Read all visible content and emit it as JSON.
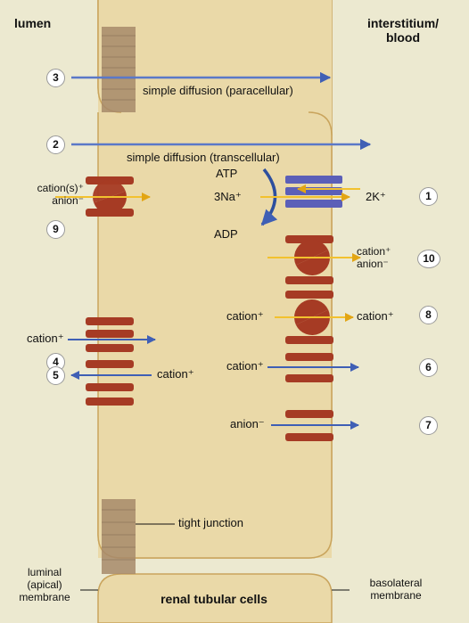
{
  "headers": {
    "lumen": "lumen",
    "interstitium_line1": "interstitium/",
    "interstitium_line2": "blood"
  },
  "colors": {
    "background": "#ece9d0",
    "cell": "#ead9a8",
    "cell_border": "#c9a45c",
    "junction": "#a78a6a",
    "carrier": "#a63b24",
    "pump": "#5b5fb8",
    "arrow_blue": "#5a78c8",
    "arrow_yellow": "#f2c12e"
  },
  "pathways": {
    "p3": {
      "number": "3",
      "label": "simple diffusion (paracellular)"
    },
    "p2": {
      "number": "2",
      "label": "simple diffusion (transcellular)"
    },
    "p1": {
      "number": "1",
      "atp": "ATP",
      "adp": "ADP",
      "na": "3Na⁺",
      "k": "2K⁺"
    },
    "p9": {
      "number": "9",
      "cation": "cation(s)⁺",
      "anion": "anion⁻"
    },
    "p10": {
      "number": "10",
      "cation": "cation⁺",
      "anion": "anion⁻"
    },
    "p8": {
      "number": "8",
      "cation_left": "cation⁺",
      "cation_right": "cation⁺"
    },
    "p4": {
      "number": "4",
      "label": "cation⁺"
    },
    "p6": {
      "number": "6",
      "label": "cation⁺"
    },
    "p5": {
      "number": "5",
      "label": "cation⁺"
    },
    "p7": {
      "number": "7",
      "label": "anion⁻"
    }
  },
  "labels": {
    "tight_junction": "tight junction",
    "luminal_line1": "luminal",
    "luminal_line2": "(apical)",
    "luminal_line3": "membrane",
    "cells": "renal tubular cells",
    "basolateral_line1": "basolateral",
    "basolateral_line2": "membrane"
  }
}
